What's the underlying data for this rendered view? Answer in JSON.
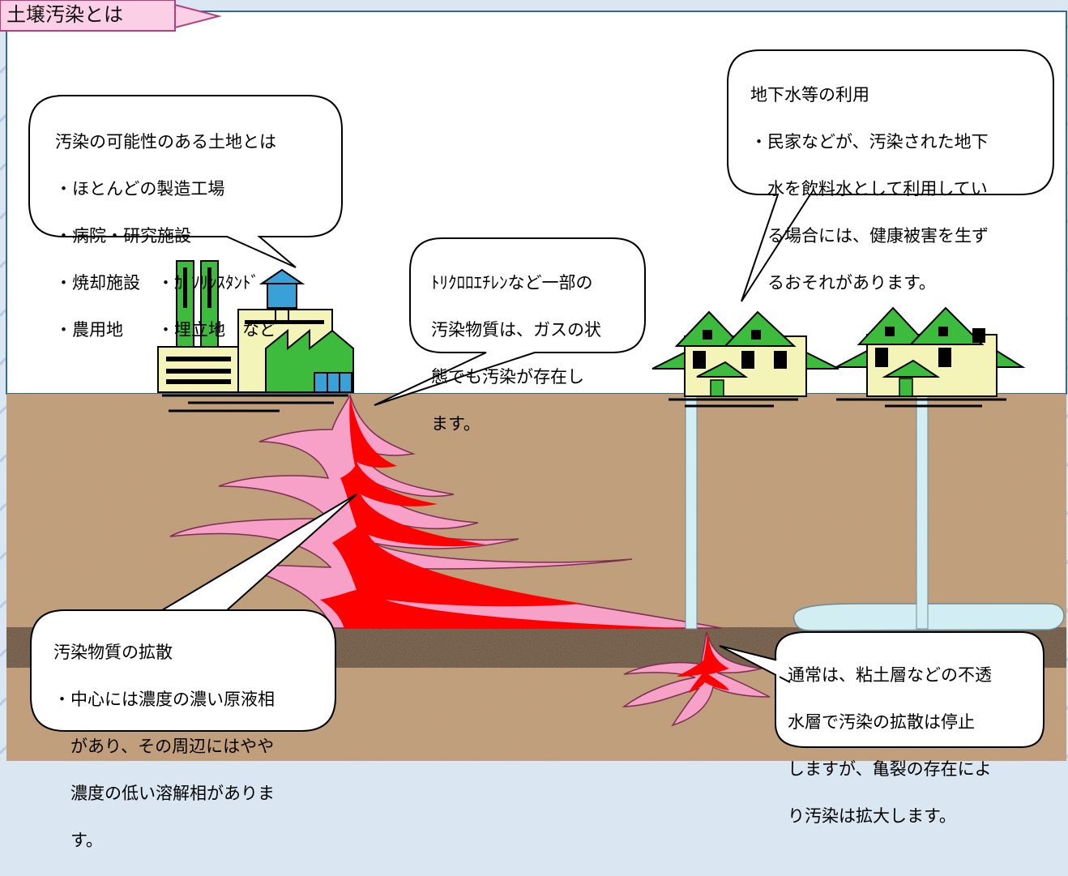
{
  "title": "土壌汚染とは",
  "colors": {
    "soil": "#c6a07a",
    "clay_layer": "#5e4a3a",
    "contaminant_core": "#ff0000",
    "contaminant_halo": "#f7a0c8",
    "groundwater": "#d2eef2",
    "factory_green": "#3dbb3d",
    "building_cream": "#f4f4b8",
    "sky_panel": "#ffffff"
  },
  "callouts": {
    "contaminated_sites": {
      "heading": "汚染の可能性のある土地とは",
      "lines": [
        "・ほとんどの製造工場",
        "・病院・研究施設",
        "・焼却施設　・ｶﾞｿﾘﾝｽﾀﾝﾄﾞ",
        "・農用地　　・埋立地　など"
      ]
    },
    "gas_state": {
      "lines": [
        "ﾄﾘｸﾛﾛｴﾁﾚﾝなど一部の",
        "汚染物質は、ガスの状",
        "態でも汚染が存在し",
        "ます。"
      ]
    },
    "groundwater_use": {
      "heading": "地下水等の利用",
      "lines": [
        "・民家などが、汚染された地下",
        "　水を飲料水として利用してい",
        "　る場合には、健康被害を生ず",
        "　るおそれがあります。"
      ]
    },
    "diffusion": {
      "heading": "汚染物質の拡散",
      "lines": [
        "・中心には濃度の濃い原液相",
        "　があり、その周辺にはやや",
        "　濃度の低い溶解相がありま",
        "　す。"
      ]
    },
    "impermeable_layer": {
      "lines": [
        "通常は、粘土層などの不透",
        "水層で汚染の拡散は停止",
        "しますが、亀裂の存在によ",
        "り汚染は拡大します。"
      ]
    }
  }
}
